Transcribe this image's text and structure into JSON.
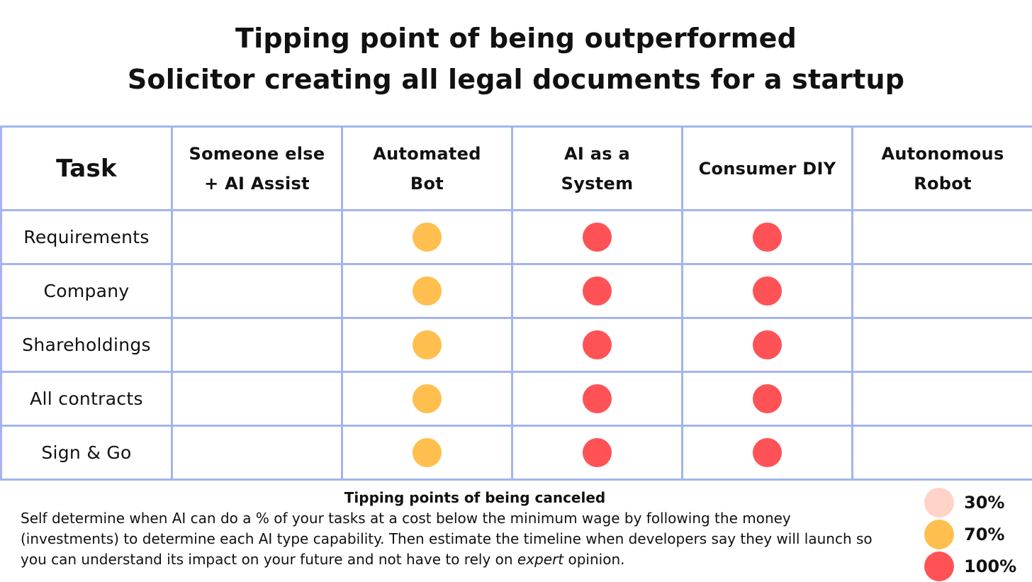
{
  "header": {
    "title_line1": "Tipping point of being outperformed",
    "title_line2": "Solicitor creating all legal documents for a startup"
  },
  "table": {
    "columns": [
      {
        "label_line1": "Task",
        "label_line2": ""
      },
      {
        "label_line1": "Someone else",
        "label_line2": "+ AI Assist"
      },
      {
        "label_line1": "Automated",
        "label_line2": "Bot"
      },
      {
        "label_line1": "AI as a",
        "label_line2": "System"
      },
      {
        "label_line1": "Consumer DIY",
        "label_line2": ""
      },
      {
        "label_line1": "Autonomous",
        "label_line2": "Robot"
      }
    ],
    "rows": [
      {
        "task": "Requirements",
        "levels": [
          null,
          "70%",
          "100%",
          "100%",
          null
        ]
      },
      {
        "task": "Company",
        "levels": [
          null,
          "70%",
          "100%",
          "100%",
          null
        ]
      },
      {
        "task": "Shareholdings",
        "levels": [
          null,
          "70%",
          "100%",
          "100%",
          null
        ]
      },
      {
        "task": "All contracts",
        "levels": [
          null,
          "70%",
          "100%",
          "100%",
          null
        ]
      },
      {
        "task": "Sign & Go",
        "levels": [
          null,
          "70%",
          "100%",
          "100%",
          null
        ]
      }
    ]
  },
  "footer": {
    "heading": "Tipping points of being canceled",
    "text_part1": "Self determine when AI can do a % of your tasks at a cost below the minimum wage by following the money (investments) to determine each AI type capability. Then estimate the timeline when developers say they will launch so you can understand its impact on your future and not have to rely on ",
    "text_emphasis": "expert",
    "text_part2": " opinion."
  },
  "legend": [
    {
      "label": "30%",
      "color": "#ffd3c8"
    },
    {
      "label": "70%",
      "color": "#ffbf4f"
    },
    {
      "label": "100%",
      "color": "#ff5257"
    }
  ]
}
